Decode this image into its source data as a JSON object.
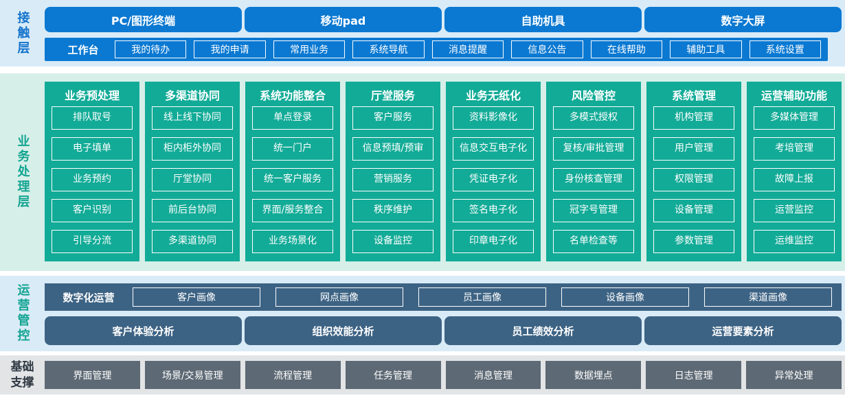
{
  "colors": {
    "primary_blue": "#0b79d2",
    "contact_bg": "#d9ebf7",
    "teal_green": "#12ab97",
    "business_bg": "#d7efe9",
    "slate_blue": "#3d6384",
    "operations_bg": "#d9ebf7",
    "gray_box": "#5d6974",
    "foundation_bg": "#e2e4e6",
    "blue_label": "#1373cc",
    "teal_label": "#12a491",
    "dark_label": "#2f3843"
  },
  "contact_layer": {
    "label": "接触层",
    "terminals": [
      "PC/图形终端",
      "移动pad",
      "自助机具",
      "数字大屏"
    ],
    "workbench": {
      "label": "工作台",
      "items": [
        "我的待办",
        "我的申请",
        "常用业务",
        "系统导航",
        "消息提醒",
        "信息公告",
        "在线帮助",
        "辅助工具",
        "系统设置"
      ]
    }
  },
  "business_layer": {
    "label": "业务处理层",
    "columns": [
      {
        "title": "业务预处理",
        "items": [
          "排队取号",
          "电子填单",
          "业务预约",
          "客户识别",
          "引导分流"
        ]
      },
      {
        "title": "多渠道协同",
        "items": [
          "线上线下协同",
          "柜内柜外协同",
          "厅堂协同",
          "前后台协同",
          "多渠道协同"
        ]
      },
      {
        "title": "系统功能整合",
        "items": [
          "单点登录",
          "统一门户",
          "统一客户服务",
          "界面/服务整合",
          "业务场景化"
        ]
      },
      {
        "title": "厅堂服务",
        "items": [
          "客户服务",
          "信息预填/预审",
          "营销服务",
          "秩序维护",
          "设备监控"
        ]
      },
      {
        "title": "业务无纸化",
        "items": [
          "资料影像化",
          "信息交互电子化",
          "凭证电子化",
          "签名电子化",
          "印章电子化"
        ]
      },
      {
        "title": "风险管控",
        "items": [
          "多模式授权",
          "复核/审批管理",
          "身份核查管理",
          "冠字号管理",
          "名单检查等"
        ]
      },
      {
        "title": "系统管理",
        "items": [
          "机构管理",
          "用户管理",
          "权限管理",
          "设备管理",
          "参数管理"
        ]
      },
      {
        "title": "运营辅助功能",
        "items": [
          "多媒体管理",
          "考培管理",
          "故障上报",
          "运营监控",
          "运维监控"
        ]
      }
    ]
  },
  "operations_layer": {
    "label": "运营管控",
    "digital_ops": {
      "label": "数字化运营",
      "items": [
        "客户画像",
        "网点画像",
        "员工画像",
        "设备画像",
        "渠道画像"
      ]
    },
    "analysis": [
      "客户体验分析",
      "组织效能分析",
      "员工绩效分析",
      "运营要素分析"
    ]
  },
  "foundation_layer": {
    "label": "基础支撑",
    "items": [
      "界面管理",
      "场景/交易管理",
      "流程管理",
      "任务管理",
      "消息管理",
      "数据埋点",
      "日志管理",
      "异常处理"
    ]
  }
}
